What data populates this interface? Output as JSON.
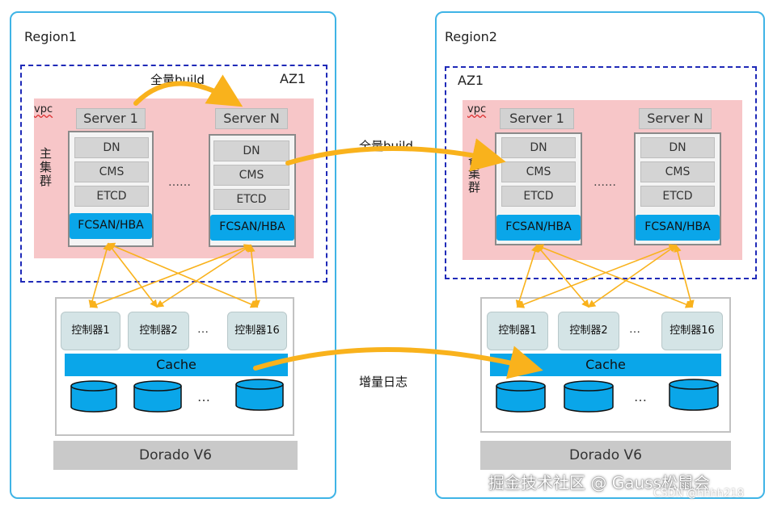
{
  "region1": {
    "title": "Region1",
    "az": "AZ1",
    "vpc": "vpc",
    "cluster_label": "主集群",
    "build_label": "全量build",
    "servers": [
      {
        "title": "Server 1",
        "components": [
          "DN",
          "CMS",
          "ETCD"
        ],
        "hba": "FCSAN/HBA"
      },
      {
        "title": "Server N",
        "components": [
          "DN",
          "CMS",
          "ETCD"
        ],
        "hba": "FCSAN/HBA"
      }
    ],
    "server_ellipsis": "……",
    "controllers": [
      "控制器1",
      "控制器2",
      "控制器16"
    ],
    "controller_ellipsis": "…",
    "cache": "Cache",
    "disk_ellipsis": "…",
    "storage": "Dorado V6"
  },
  "region2": {
    "title": "Region2",
    "az": "AZ1",
    "vpc": "vpc",
    "cluster_label": "备集群",
    "servers": [
      {
        "title": "Server 1",
        "components": [
          "DN",
          "CMS",
          "ETCD"
        ],
        "hba": "FCSAN/HBA"
      },
      {
        "title": "Server N",
        "components": [
          "DN",
          "CMS",
          "ETCD"
        ],
        "hba": "FCSAN/HBA"
      }
    ],
    "server_ellipsis": "……",
    "controllers": [
      "控制器1",
      "控制器2",
      "控制器16"
    ],
    "controller_ellipsis": "…",
    "cache": "Cache",
    "disk_ellipsis": "…",
    "storage": "Dorado V6"
  },
  "cross_build_label": "全量build",
  "incremental_log_label": "增量日志",
  "watermark": {
    "main": "掘金技术社区 @ Gauss松鼠会",
    "sub": "CSDN @hhhh218"
  },
  "colors": {
    "region_border": "#3fb4e6",
    "az_border": "#1f2ab8",
    "vpc_fill": "#f7c6c8",
    "hba_fill": "#0aa6e9",
    "arrow": "#f9b21c",
    "disk": "#0aa6e9"
  }
}
